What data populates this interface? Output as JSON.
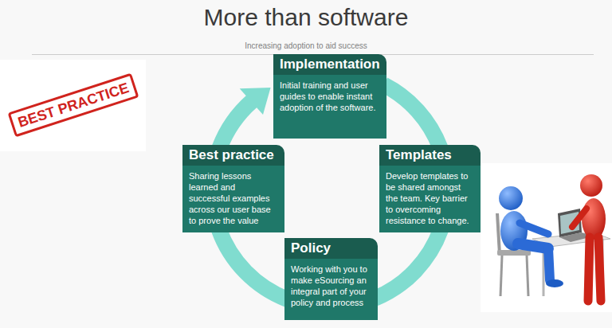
{
  "diagram": {
    "title": "More than software",
    "nodes": [
      {
        "text": [
          "Implementation",
          "Initial training and user guides to enable instant adoption of the software."
        ]
      },
      {
        "text": [
          "Templates",
          "Develop templates to be shared amongst the team. Key barrier to overcoming resistance to change."
        ]
      },
      {
        "text": [
          "Policy",
          "Working with you to make eSourcing an integral part of your policy and process"
        ]
      },
      {
        "text": [
          "Best practice",
          "Sharing lessons learned and successful examples across our user base to prove the value"
        ]
      }
    ],
    "edges": [
      {
        "from": 0,
        "to": 1,
        "arrow": "none"
      },
      {
        "from": 1,
        "to": 2,
        "arrow": "none"
      },
      {
        "from": 2,
        "to": 3,
        "arrow": "none"
      },
      {
        "from": 3,
        "to": 0,
        "arrow": "to"
      }
    ],
    "labels": [
      "Increasing adoption to aid success",
      "BEST PRACTICE"
    ]
  }
}
